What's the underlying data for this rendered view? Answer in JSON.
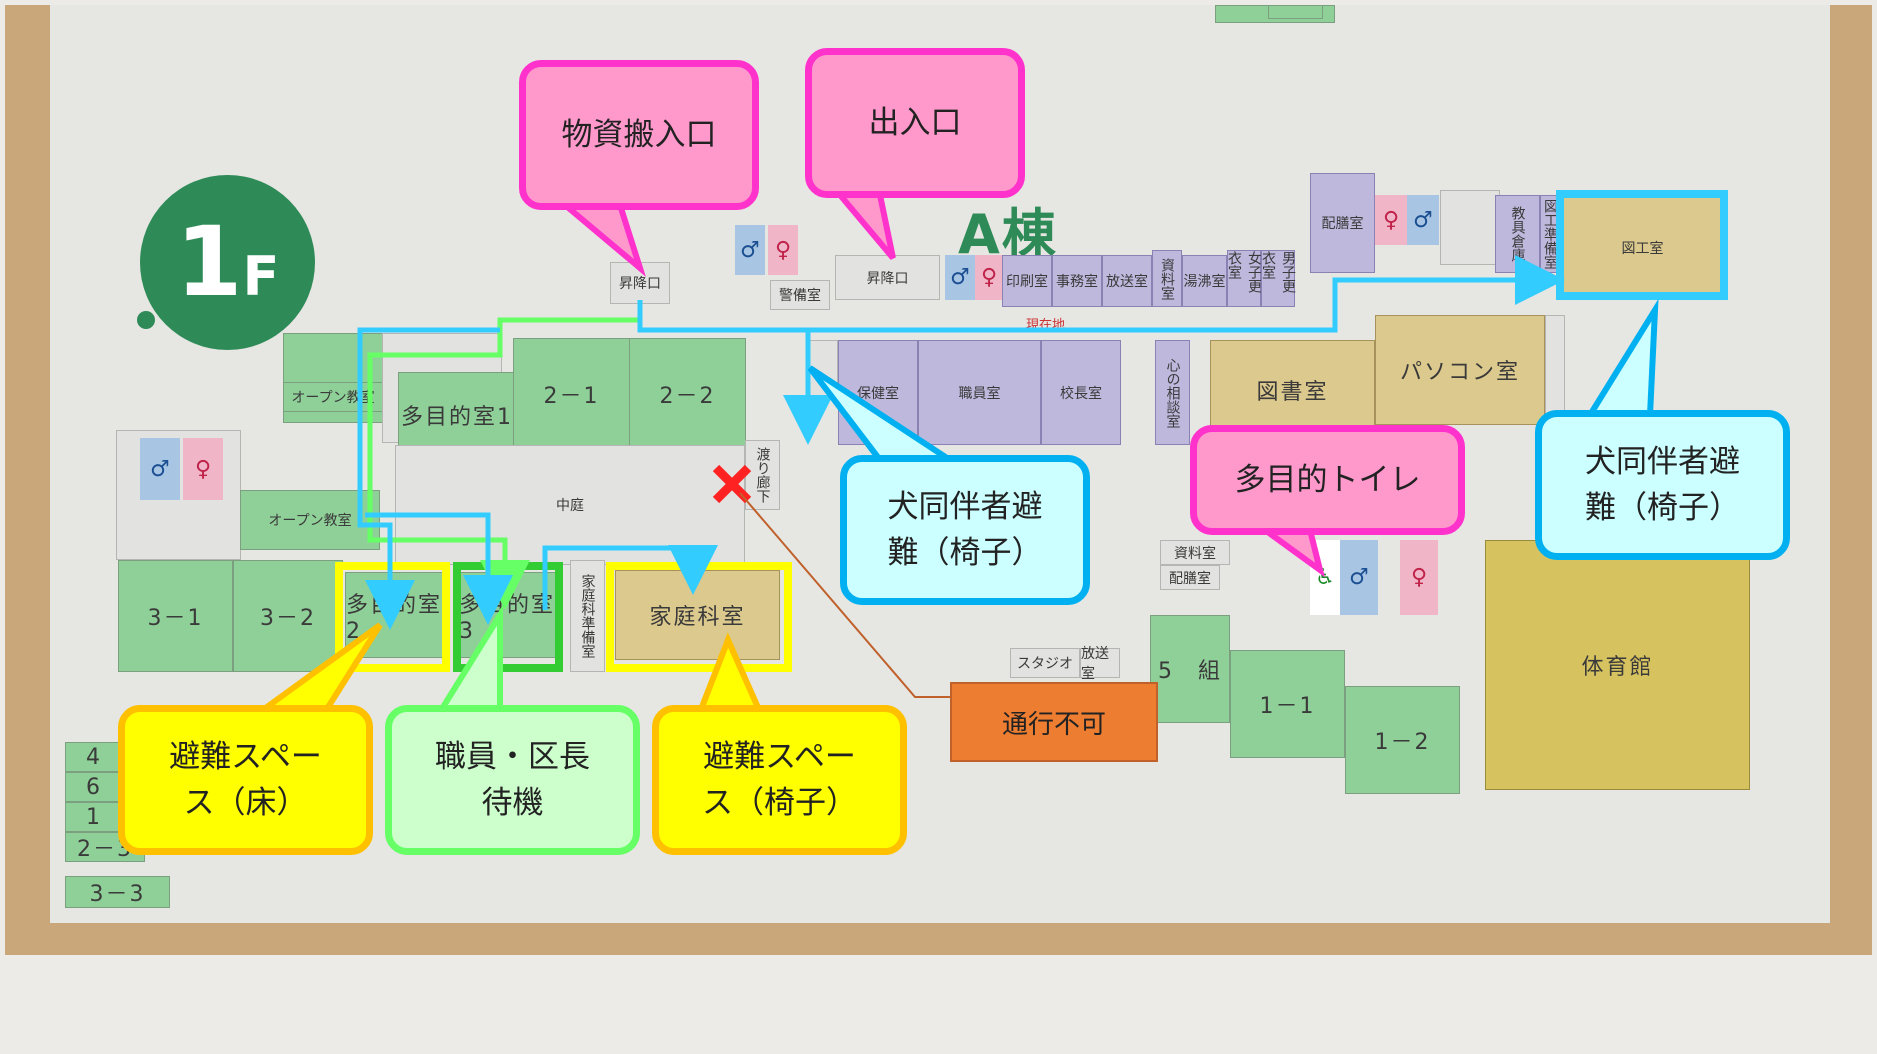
{
  "map": {
    "floor_badge": {
      "number": "1",
      "unit": "F"
    },
    "building_label": "A棟",
    "current_location": "現在地",
    "rooms": {
      "r_2_1": "2－1",
      "r_2_2": "2－2",
      "r_3_1": "3－1",
      "r_3_2": "3－2",
      "tamoku1": "多目的室1",
      "tamoku2": "多目的室2",
      "tamoku3": "多目的室3",
      "kateika": "家庭科室",
      "kateika_junbi": "家庭科準備室",
      "open1": "オープン教室",
      "open2": "オープン教室",
      "chutei": "中庭",
      "watari": "渡り廊下",
      "shoko1": "昇降口",
      "shoko2": "昇降口",
      "keibi": "警備室",
      "hoken": "保健室",
      "shokuin": "職員室",
      "kocho": "校長室",
      "insatsu": "印刷室",
      "jimu": "事務室",
      "hoso": "放送室",
      "kanko": "湯沸室",
      "shiryo_top": "資料室",
      "joshi": "女子更衣室",
      "danshi": "男子更衣室",
      "haizen_top": "配膳室",
      "kogu": "教具倉庫",
      "kogu2": "図工準備室",
      "zuko": "図工室",
      "kokoro": "心の相談室",
      "tosho": "図書室",
      "pasokon": "パソコン室",
      "shiryo": "資料室",
      "haizen": "配膳室",
      "studio": "スタジオ",
      "hososhitsu": "放送室",
      "kumi5": "5　組",
      "r_1_1": "1－1",
      "r_1_2": "1－2",
      "taiikukan": "体育館",
      "list": [
        "4",
        "6",
        "1",
        "2－3",
        "3－3"
      ]
    }
  },
  "callouts": {
    "busshi": "物資搬入口",
    "deiri": "出入口",
    "inu1": "犬同伴者避\n難（椅子）",
    "inu2": "犬同伴者避\n難（椅子）",
    "toilet": "多目的トイレ",
    "hinan_yuka": "避難スペー\nス（床）",
    "shokuin": "職員・区長\n待機",
    "hinan_isu": "避難スペー\nス（椅子）",
    "tsuko": "通行不可"
  },
  "colors": {
    "pink_fill": "#ff99cc",
    "pink_border": "#ff33cc",
    "cyan_fill": "#ccffff",
    "cyan_border": "#00b0f0",
    "yellow_fill": "#ffff00",
    "yellow_border": "#ffc000",
    "green_fill": "#ccffcc",
    "green_border": "#66ff66",
    "orange": "#ed7d31",
    "route_green": "#66ff66",
    "route_blue": "#33ccff"
  }
}
